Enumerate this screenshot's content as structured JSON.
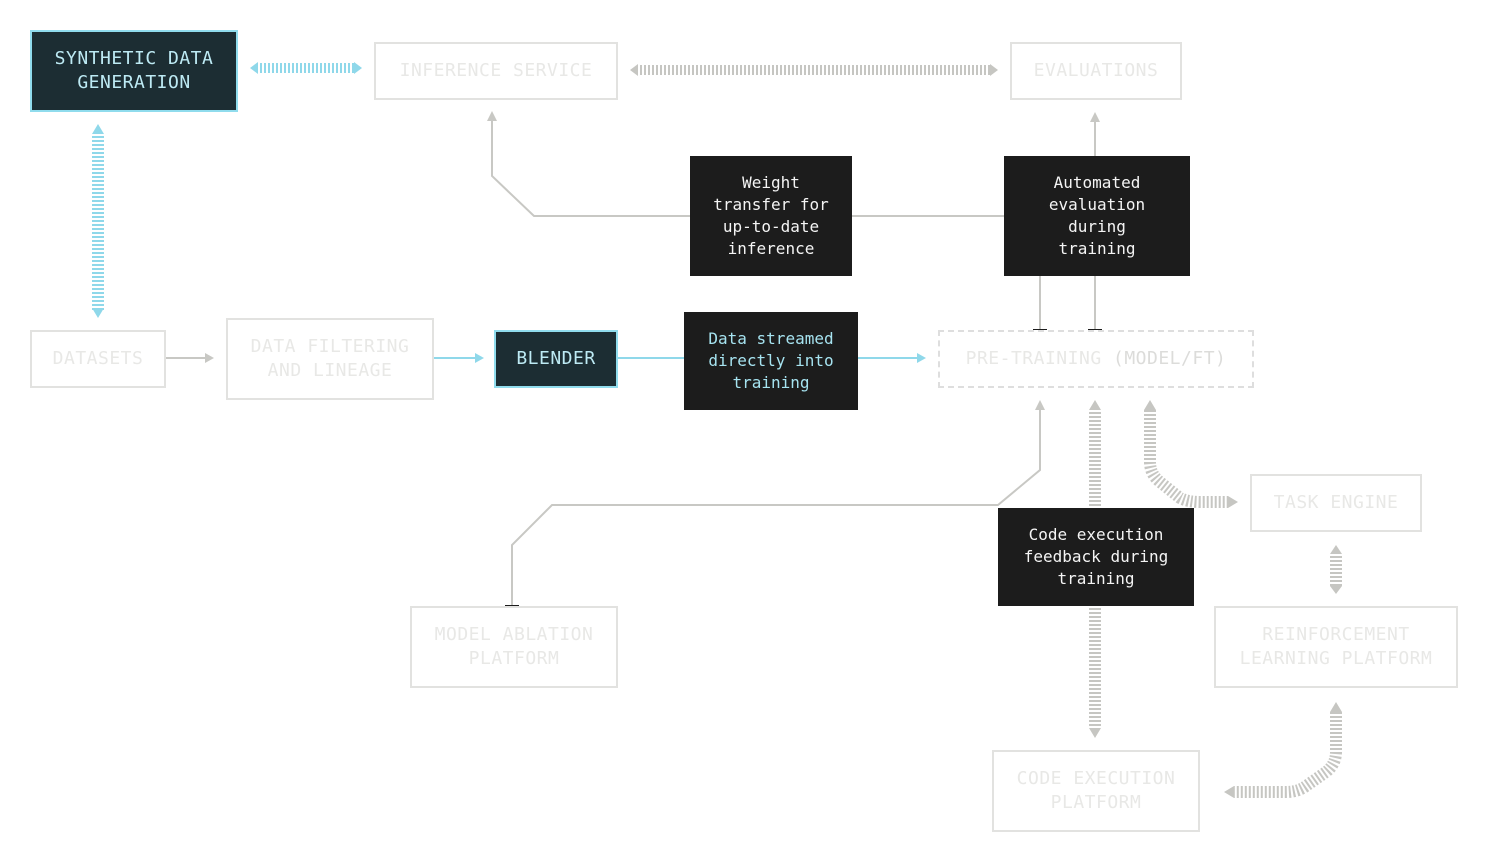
{
  "nodes": {
    "synthetic": "SYNTHETIC DATA\nGENERATION",
    "inference": "INFERENCE SERVICE",
    "evaluations": "EVALUATIONS",
    "datasets": "DATASETS",
    "filtering": "DATA FILTERING\nAND LINEAGE",
    "blender": "BLENDER",
    "pretraining_main": "PRE-TRAINING",
    "pretraining_suffix": " (MODEL/FT)",
    "task_engine": "TASK ENGINE",
    "model_ablation": "MODEL ABLATION\nPLATFORM",
    "rl_platform": "REINFORCEMENT\nLEARNING PLATFORM",
    "code_platform": "CODE EXECUTION\nPLATFORM"
  },
  "labels": {
    "weight_transfer": "Weight\ntransfer for\nup-to-date\ninference",
    "automated_eval": "Automated\nevaluation\nduring\ntraining",
    "data_streamed": "Data streamed\ndirectly into\ntraining",
    "code_feedback": "Code execution\nfeedback during\ntraining"
  },
  "colors": {
    "accent": "#90dced",
    "accent_text": "#bdeaf4",
    "active_fill": "#1c2d33",
    "label_fill": "#1c1c1c",
    "faint_border": "#e2e2e0",
    "connector_grey": "#c8c8c4"
  }
}
